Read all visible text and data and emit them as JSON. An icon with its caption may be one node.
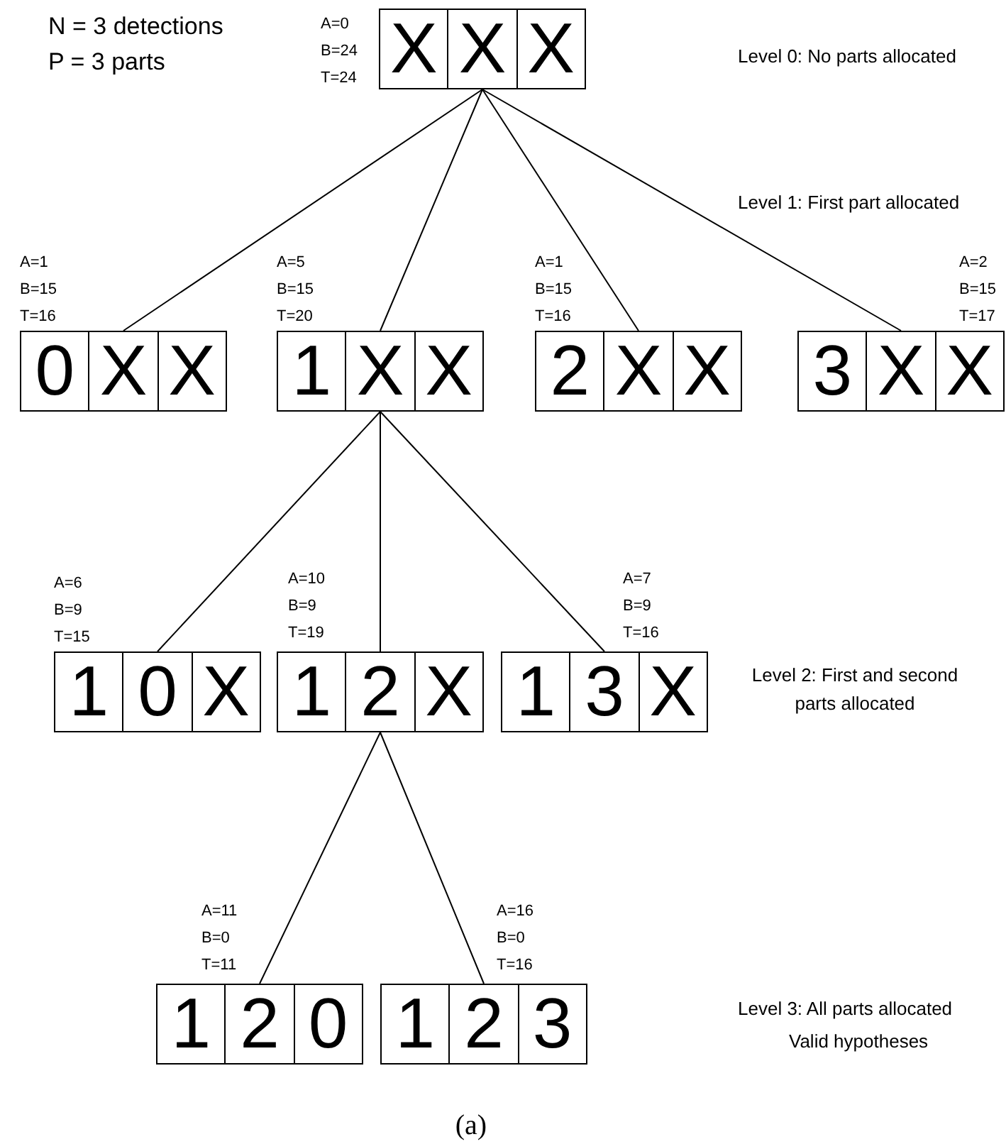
{
  "diagram": {
    "caption": "(a)",
    "nodes": [
      {
        "text": [],
        "shape": "box",
        "beside": [
          "A=0",
          "B=24",
          "T=24"
        ]
      },
      {
        "text": [
          "X"
        ],
        "in": 0
      },
      {
        "text": [
          "X"
        ],
        "in": 0
      },
      {
        "text": [
          "X"
        ],
        "in": 0
      },
      {
        "text": [],
        "shape": "box",
        "beside": [
          "A=1",
          "B=15",
          "T=16"
        ]
      },
      {
        "text": [
          "0"
        ],
        "in": 4
      },
      {
        "text": [
          "X"
        ],
        "in": 4
      },
      {
        "text": [
          "X"
        ],
        "in": 4
      },
      {
        "text": [],
        "shape": "box",
        "beside": [
          "A=5",
          "B=15",
          "T=20"
        ]
      },
      {
        "text": [
          "1"
        ],
        "in": 8
      },
      {
        "text": [
          "X"
        ],
        "in": 8
      },
      {
        "text": [
          "X"
        ],
        "in": 8
      },
      {
        "text": [],
        "shape": "box",
        "beside": [
          "A=1",
          "B=15",
          "T=16"
        ]
      },
      {
        "text": [
          "2"
        ],
        "in": 12
      },
      {
        "text": [
          "X"
        ],
        "in": 12
      },
      {
        "text": [
          "X"
        ],
        "in": 12
      },
      {
        "text": [],
        "shape": "box",
        "beside": [
          "A=2",
          "B=15",
          "T=17"
        ]
      },
      {
        "text": [
          "3"
        ],
        "in": 16
      },
      {
        "text": [
          "X"
        ],
        "in": 16
      },
      {
        "text": [
          "X"
        ],
        "in": 16
      },
      {
        "text": [],
        "shape": "box",
        "beside": [
          "A=6",
          "B=9",
          "T=15"
        ]
      },
      {
        "text": [
          "1"
        ],
        "in": 20
      },
      {
        "text": [
          "0"
        ],
        "in": 20
      },
      {
        "text": [
          "X"
        ],
        "in": 20
      },
      {
        "text": [],
        "shape": "box",
        "beside": [
          "A=10",
          "B=9",
          "T=19"
        ]
      },
      {
        "text": [
          "1"
        ],
        "in": 24
      },
      {
        "text": [
          "2"
        ],
        "in": 24
      },
      {
        "text": [
          "X"
        ],
        "in": 24
      },
      {
        "text": [],
        "shape": "box",
        "beside": [
          "A=7",
          "B=9",
          "T=16"
        ]
      },
      {
        "text": [
          "1"
        ],
        "in": 28
      },
      {
        "text": [
          "3"
        ],
        "in": 28
      },
      {
        "text": [
          "X"
        ],
        "in": 28
      },
      {
        "text": [],
        "shape": "box",
        "beside": [
          "A=11",
          "B=0",
          "T=11"
        ]
      },
      {
        "text": [
          "1"
        ],
        "in": 32
      },
      {
        "text": [
          "2"
        ],
        "in": 32
      },
      {
        "text": [
          "0"
        ],
        "in": 32
      },
      {
        "text": [],
        "shape": "box",
        "beside": [
          "A=16",
          "B=0",
          "T=16"
        ]
      },
      {
        "text": [
          "1"
        ],
        "in": 36
      },
      {
        "text": [
          "2"
        ],
        "in": 36
      },
      {
        "text": [
          "3"
        ],
        "in": 36
      }
    ],
    "edges": [
      {
        "from": 0,
        "to": 4,
        "arrow": "none"
      },
      {
        "from": 0,
        "to": 8,
        "arrow": "none"
      },
      {
        "from": 0,
        "to": 12,
        "arrow": "none"
      },
      {
        "from": 0,
        "to": 16,
        "arrow": "none"
      },
      {
        "from": 8,
        "to": 20,
        "arrow": "none"
      },
      {
        "from": 8,
        "to": 24,
        "arrow": "none"
      },
      {
        "from": 8,
        "to": 28,
        "arrow": "none"
      },
      {
        "from": 24,
        "to": 32,
        "arrow": "none"
      },
      {
        "from": 24,
        "to": 36,
        "arrow": "none"
      }
    ],
    "labels": [
      "N = 3 detections",
      "P = 3 parts",
      "Level 0: No parts allocated",
      "Level 1: First part allocated",
      "Level 2: First and second parts allocated",
      "Level 3: All parts allocated",
      "Valid hypotheses"
    ]
  }
}
